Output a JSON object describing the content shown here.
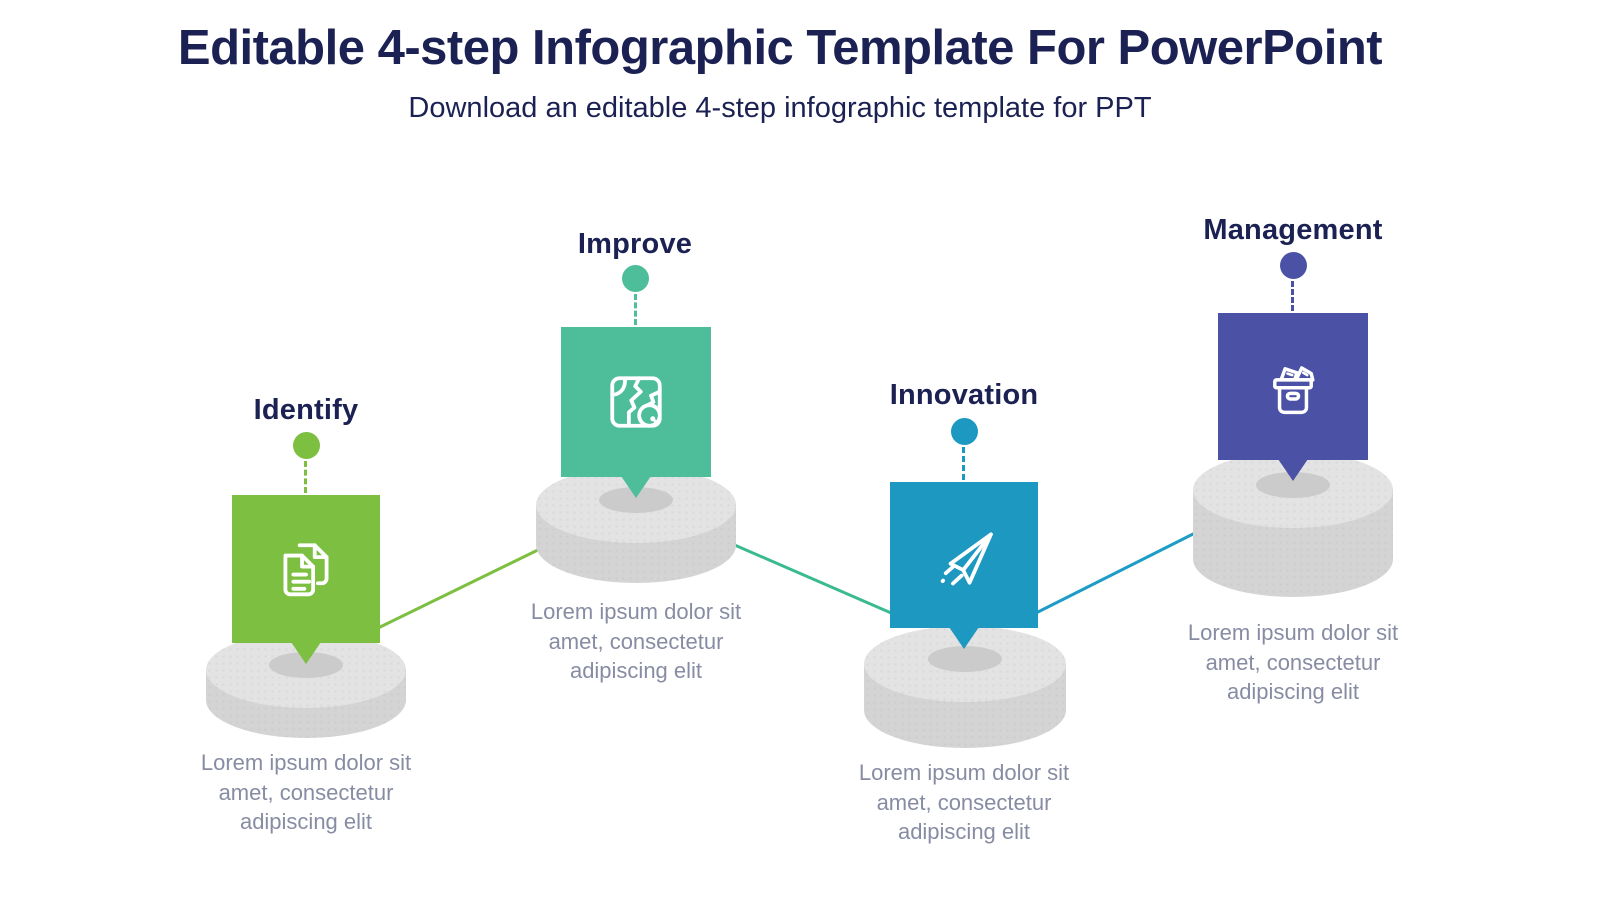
{
  "header": {
    "title": "Editable 4-step Infographic Template For PowerPoint",
    "subtitle": "Download an editable 4-step infographic template for PPT"
  },
  "steps": [
    {
      "label": "Identify",
      "description": "Lorem ipsum dolor sit amet, consectetur adipiscing elit",
      "color": "#7CBF41",
      "icon": "documents-icon"
    },
    {
      "label": "Improve",
      "description": "Lorem ipsum dolor sit amet, consectetur adipiscing elit",
      "color": "#4DBD9A",
      "icon": "map-icon"
    },
    {
      "label": "Innovation",
      "description": "Lorem ipsum dolor sit amet, consectetur adipiscing elit",
      "color": "#1C98C1",
      "icon": "paper-plane-icon"
    },
    {
      "label": "Management",
      "description": "Lorem ipsum dolor sit amet, consectetur adipiscing elit",
      "color": "#4B52A6",
      "icon": "archive-box-icon"
    }
  ],
  "connectors": [
    {
      "from": "Identify",
      "to": "Improve",
      "color": "#7CBF41"
    },
    {
      "from": "Improve",
      "to": "Innovation",
      "color": "#3ABA90"
    },
    {
      "from": "Innovation",
      "to": "Management",
      "color": "#1C9CC6"
    }
  ],
  "theme": {
    "title_text": "#1B2152",
    "body_text": "#878CA3",
    "cylinder_top": "#E3E3E3",
    "cylinder_side": "#D4D4D4",
    "cylinder_hole": "#CBCBCB",
    "background": "#FFFFFF"
  }
}
